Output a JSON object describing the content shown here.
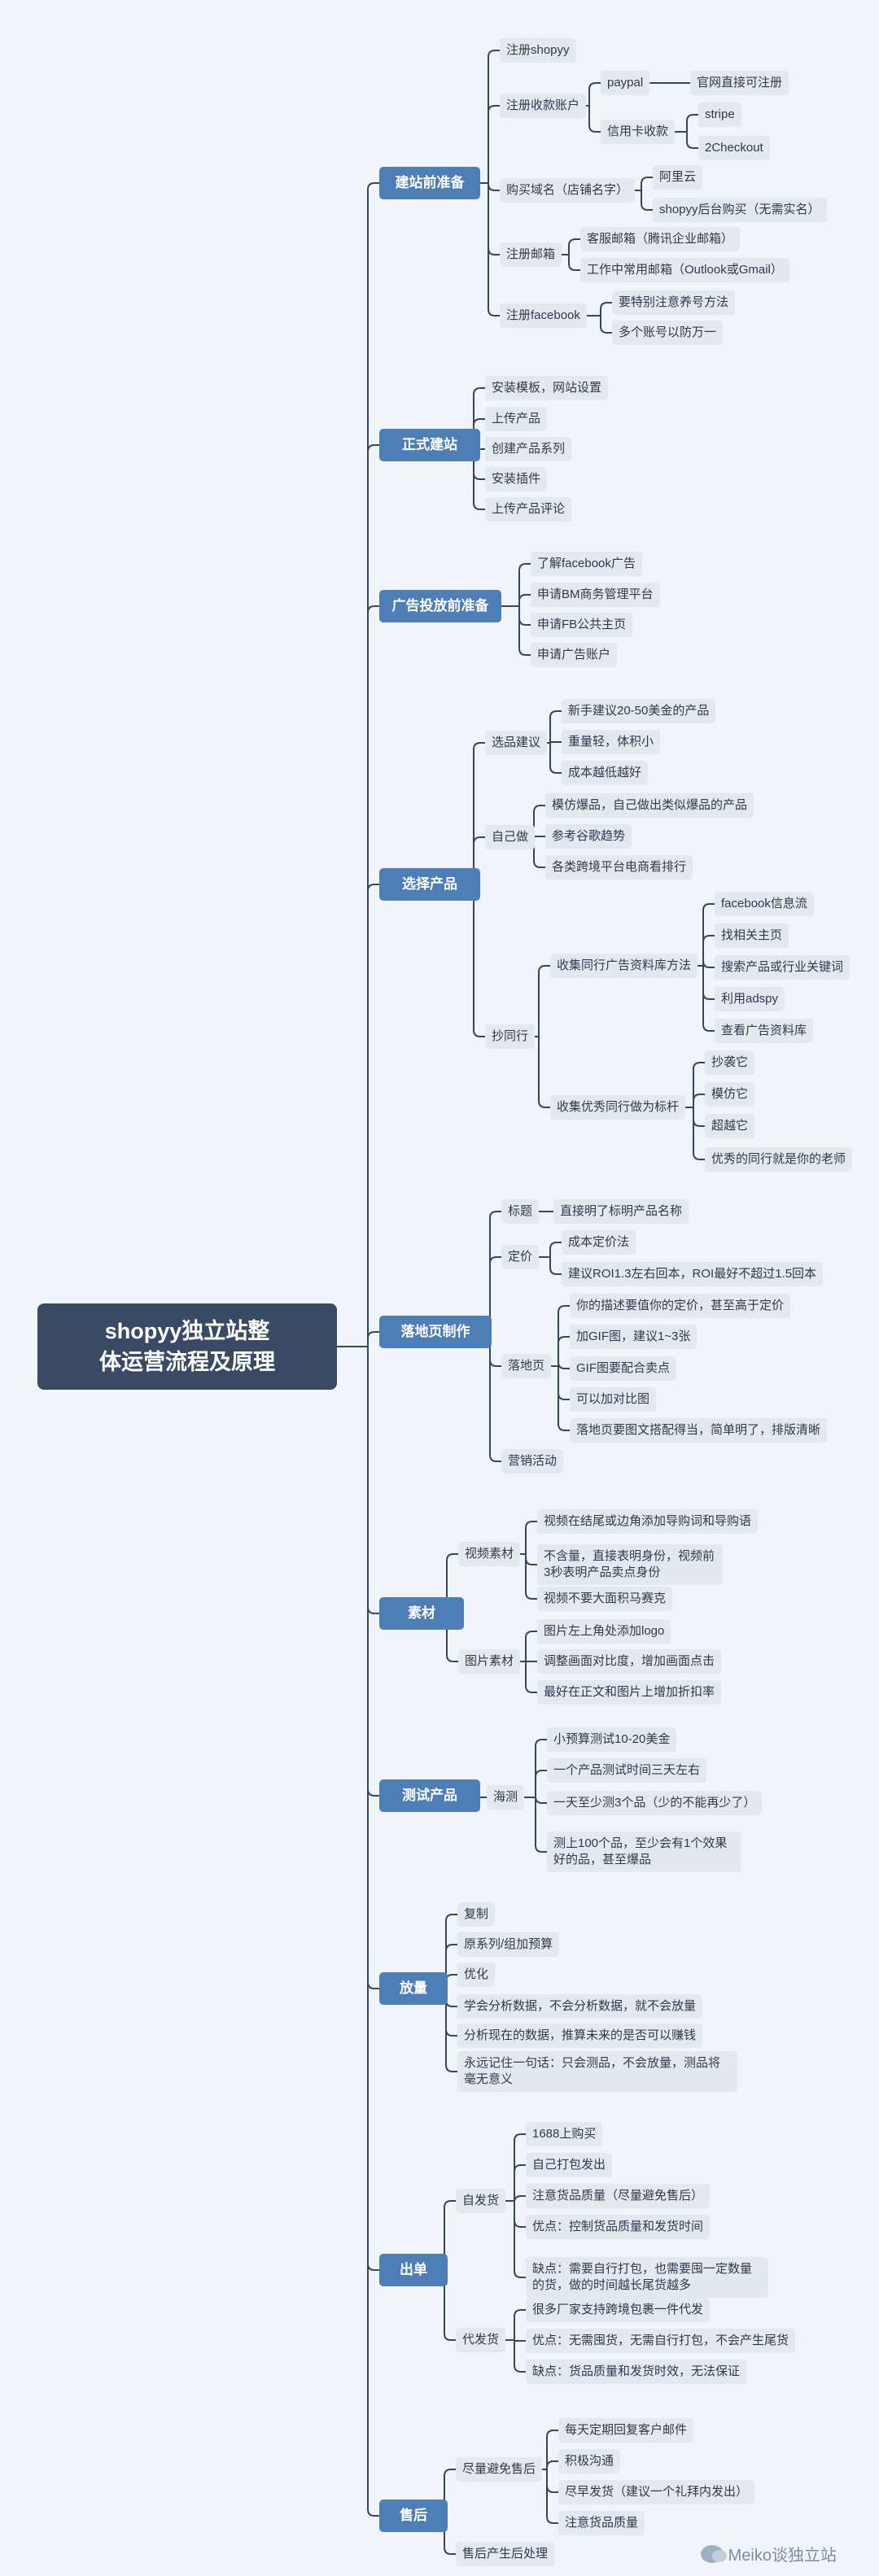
{
  "title": "shopyy独立站整体运营流程及原理",
  "sections": [
    {
      "label": "建站前准备",
      "children": [
        {
          "label": "注册shopyy"
        },
        {
          "label": "注册收款账户",
          "children": [
            {
              "label": "paypal",
              "children": [
                {
                  "label": "官网直接可注册"
                }
              ]
            },
            {
              "label": "信用卡收款",
              "children": [
                {
                  "label": "stripe"
                },
                {
                  "label": "2Checkout"
                }
              ]
            }
          ]
        },
        {
          "label": "购买域名（店铺名字）",
          "children": [
            {
              "label": "阿里云"
            },
            {
              "label": "shopyy后台购买（无需实名）"
            }
          ]
        },
        {
          "label": "注册邮箱",
          "children": [
            {
              "label": "客服邮箱（腾讯企业邮箱）"
            },
            {
              "label": "工作中常用邮箱（Outlook或Gmail）"
            }
          ]
        },
        {
          "label": "注册facebook",
          "children": [
            {
              "label": "要特别注意养号方法"
            },
            {
              "label": "多个账号以防万一"
            }
          ]
        }
      ]
    },
    {
      "label": "正式建站",
      "children": [
        {
          "label": "安装模板，网站设置"
        },
        {
          "label": "上传产品"
        },
        {
          "label": "创建产品系列"
        },
        {
          "label": "安装插件"
        },
        {
          "label": "上传产品评论"
        }
      ]
    },
    {
      "label": "广告投放前准备",
      "children": [
        {
          "label": "了解facebook广告"
        },
        {
          "label": "申请BM商务管理平台"
        },
        {
          "label": "申请FB公共主页"
        },
        {
          "label": "申请广告账户"
        }
      ]
    },
    {
      "label": "选择产品",
      "children": [
        {
          "label": "选品建议",
          "children": [
            {
              "label": "新手建议20-50美金的产品"
            },
            {
              "label": "重量轻，体积小"
            },
            {
              "label": "成本越低越好"
            }
          ]
        },
        {
          "label": "自己做",
          "children": [
            {
              "label": "模仿爆品，自己做出类似爆品的产品"
            },
            {
              "label": "参考谷歌趋势"
            },
            {
              "label": "各类跨境平台电商看排行"
            }
          ]
        },
        {
          "label": "抄同行",
          "children": [
            {
              "label": "收集同行广告资料库方法",
              "children": [
                {
                  "label": "facebook信息流"
                },
                {
                  "label": "找相关主页"
                },
                {
                  "label": "搜索产品或行业关键词"
                },
                {
                  "label": "利用adspy"
                },
                {
                  "label": "查看广告资料库"
                }
              ]
            },
            {
              "label": "收集优秀同行做为标杆",
              "children": [
                {
                  "label": "抄袭它"
                },
                {
                  "label": "模仿它"
                },
                {
                  "label": "超越它"
                },
                {
                  "label": "优秀的同行就是你的老师"
                }
              ]
            }
          ]
        }
      ]
    },
    {
      "label": "落地页制作",
      "children": [
        {
          "label": "标题",
          "children": [
            {
              "label": "直接明了标明产品名称"
            }
          ]
        },
        {
          "label": "定价",
          "children": [
            {
              "label": "成本定价法"
            },
            {
              "label": "建议ROI1.3左右回本，ROI最好不超过1.5回本"
            }
          ]
        },
        {
          "label": "落地页",
          "children": [
            {
              "label": "你的描述要值你的定价，甚至高于定价"
            },
            {
              "label": "加GIF图，建议1~3张"
            },
            {
              "label": "GIF图要配合卖点"
            },
            {
              "label": "可以加对比图"
            },
            {
              "label": "落地页要图文搭配得当，简单明了，排版清晰"
            }
          ]
        },
        {
          "label": "营销活动"
        }
      ]
    },
    {
      "label": "素材",
      "children": [
        {
          "label": "视频素材",
          "children": [
            {
              "label": "视频在结尾或边角添加导购词和导购语"
            },
            {
              "label": "不含量，直接表明身份，视频前3秒表明产品卖点身份"
            },
            {
              "label": "视频不要大面积马赛克"
            }
          ]
        },
        {
          "label": "图片素材",
          "children": [
            {
              "label": "图片左上角处添加logo"
            },
            {
              "label": "调整画面对比度，增加画面点击"
            },
            {
              "label": "最好在正文和图片上增加折扣率"
            }
          ]
        }
      ]
    },
    {
      "label": "测试产品",
      "children": [
        {
          "label": "海测",
          "children": [
            {
              "label": "小预算测试10-20美金"
            },
            {
              "label": "一个产品测试时间三天左右"
            },
            {
              "label": "一天至少测3个品（少的不能再少了）"
            },
            {
              "label": "测上100个品，至少会有1个效果好的品，甚至爆品"
            }
          ]
        }
      ]
    },
    {
      "label": "放量",
      "children": [
        {
          "label": "复制"
        },
        {
          "label": "原系列/组加预算"
        },
        {
          "label": "优化"
        },
        {
          "label": "学会分析数据，不会分析数据，就不会放量"
        },
        {
          "label": "分析现在的数据，推算未来的是否可以赚钱"
        },
        {
          "label": "永远记住一句话：只会测品，不会放量，测品将毫无意义"
        }
      ]
    },
    {
      "label": "出单",
      "children": [
        {
          "label": "自发货",
          "children": [
            {
              "label": "1688上购买"
            },
            {
              "label": "自己打包发出"
            },
            {
              "label": "注意货品质量（尽量避免售后）"
            },
            {
              "label": "优点：控制货品质量和发货时间"
            },
            {
              "label": "缺点：需要自行打包，也需要囤一定数量的货，做的时间越长尾货越多"
            }
          ]
        },
        {
          "label": "代发货",
          "children": [
            {
              "label": "很多厂家支持跨境包裹一件代发"
            },
            {
              "label": "优点：无需囤货，无需自行打包，不会产生尾货"
            },
            {
              "label": "缺点：货品质量和发货时效，无法保证"
            }
          ]
        }
      ]
    },
    {
      "label": "售后",
      "children": [
        {
          "label": "尽量避免售后",
          "children": [
            {
              "label": "每天定期回复客户邮件"
            },
            {
              "label": "积极沟通"
            },
            {
              "label": "尽早发货（建议一个礼拜内发出）"
            },
            {
              "label": "注意货品质量"
            }
          ]
        },
        {
          "label": "售后产生后处理"
        }
      ]
    }
  ],
  "watermark": "Meiko谈独立站",
  "colors": {
    "background": "#f1f5f9",
    "root": "#3a4a64",
    "level1": "#4d7eb6",
    "leaf": "#e4e9f0",
    "line": "#36465e"
  }
}
